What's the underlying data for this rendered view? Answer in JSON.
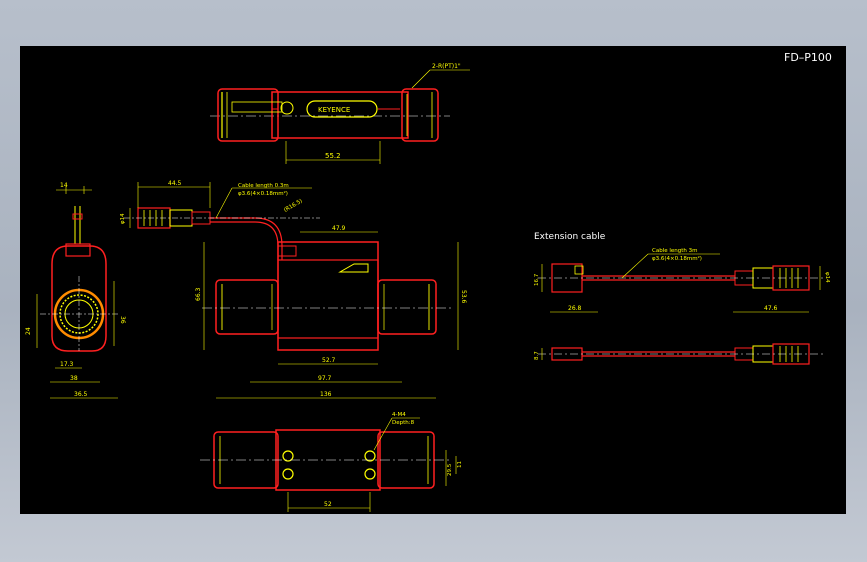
{
  "drawing": {
    "model_code": "FD–P100",
    "top_view": {
      "thread_note": "2-R(PT)1\"",
      "dim_width": "55.2"
    },
    "front_view": {
      "dim_cable_offset": "44.5",
      "cable_note_line1": "Cable length 0.3m",
      "cable_note_line2": "φ3.6(4×0.18mm²)",
      "bend_radius": "(R16.5)",
      "dim_connector_dia": "φ14",
      "dim_top_block": "47.9",
      "dim_height_left": "66.3",
      "dim_height_right": "53.6",
      "dim_body": "52.7",
      "dim_pipe": "97.7",
      "dim_total": "136"
    },
    "side_view": {
      "dim_cable_top": "14",
      "dim_thread_height": "24",
      "dim_side_right": "36",
      "dim_inner_width": "17.3",
      "dim_base_width": "38",
      "dim_total_width": "36.5"
    },
    "bottom_view": {
      "hole_note_line1": "4-M4",
      "hole_note_line2": "Depth:8",
      "dim_hole_pitch": "52",
      "dim_hole_offset_a": "29.5",
      "dim_hole_offset_b": "11"
    },
    "extension_cable": {
      "title": "Extension cable",
      "note_line1": "Cable length 3m",
      "note_line2": "φ3.6(4×0.18mm²)",
      "dim_socket_height": "16.7",
      "dim_socket_length": "26.8",
      "dim_plug_length": "47.6",
      "dim_plug_dia": "φ14",
      "dim_bottom_height": "8.7"
    },
    "colors": {
      "background": "#000000",
      "outline": "#ff2020",
      "detail": "#ffff00",
      "centerline": "#ffffff",
      "hatch": "#ff8c00"
    }
  }
}
